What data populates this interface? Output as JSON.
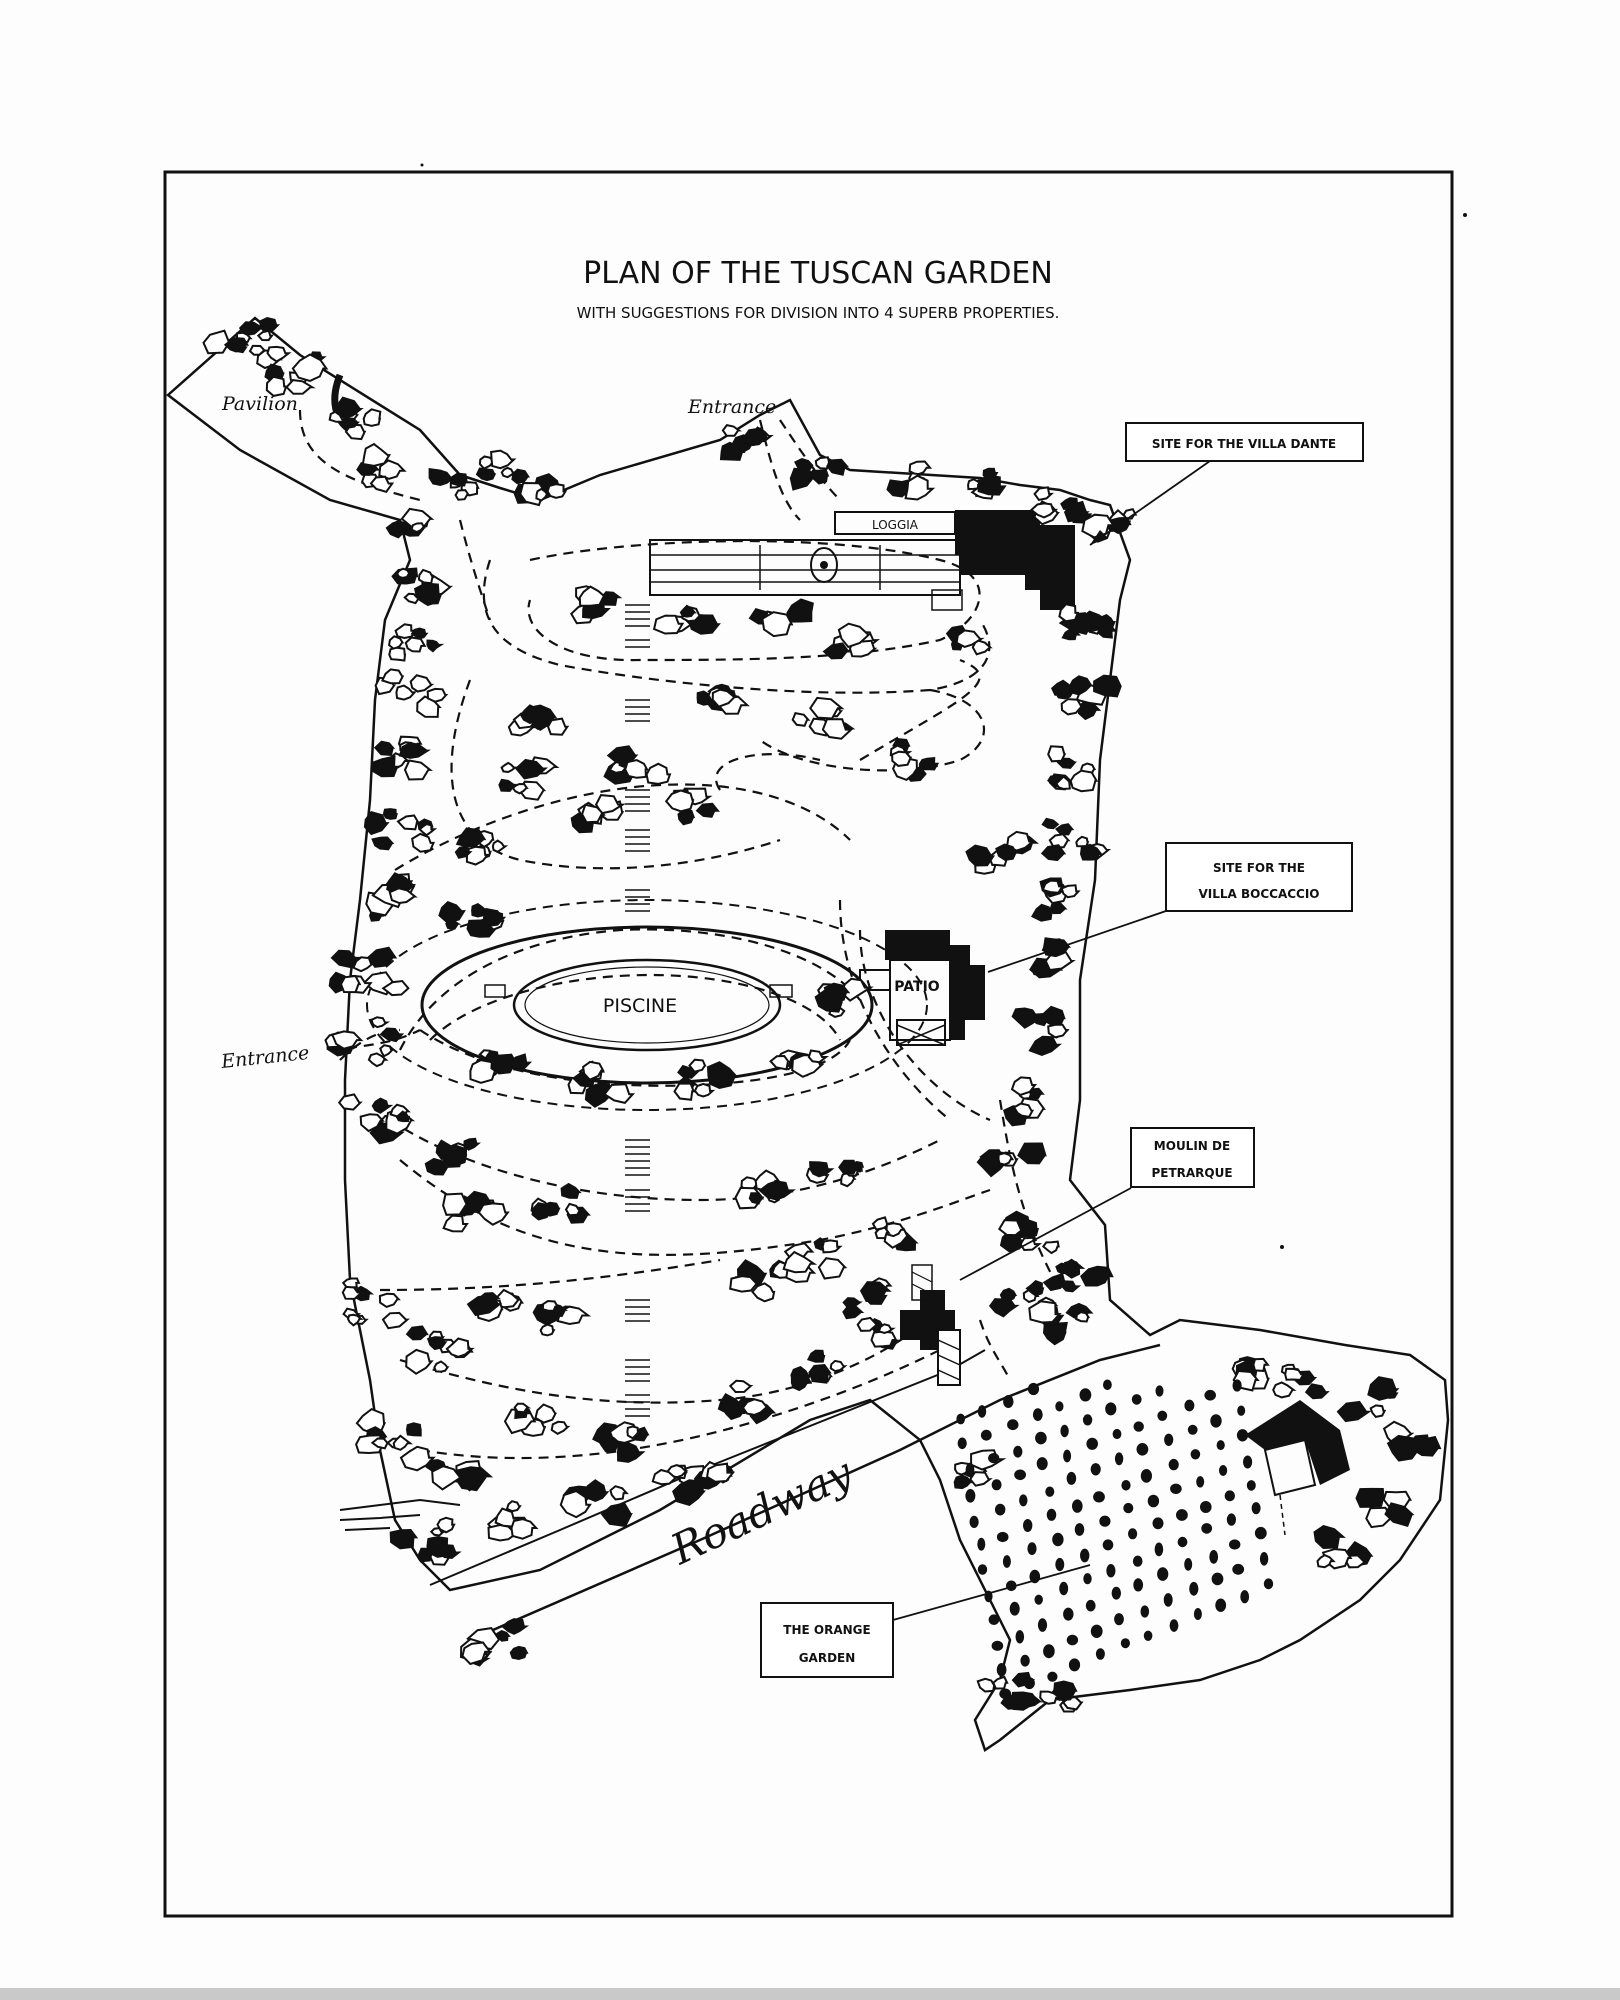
{
  "map": {
    "title": "PLAN OF THE TUSCAN GARDEN",
    "subtitle": "WITH SUGGESTIONS FOR DIVISION INTO 4 SUPERB PROPERTIES.",
    "labels": {
      "pavilion": "Pavilion",
      "entrance_top": "Entrance",
      "entrance_left": "Entrance",
      "loggia": "LOGGIA",
      "piscine": "PISCINE",
      "patio": "PATIO",
      "roadway": "Roadway"
    },
    "callouts": {
      "villa_dante": "SITE FOR THE VILLA DANTE",
      "villa_boccaccio_line1": "SITE FOR THE",
      "villa_boccaccio_line2": "VILLA BOCCACCIO",
      "moulin_line1": "MOULIN DE",
      "moulin_line2": "PETRARQUE",
      "orange_line1": "THE ORANGE",
      "orange_line2": "GARDEN"
    },
    "colors": {
      "ink": "#111111",
      "paper": "#fdfdfd"
    }
  }
}
